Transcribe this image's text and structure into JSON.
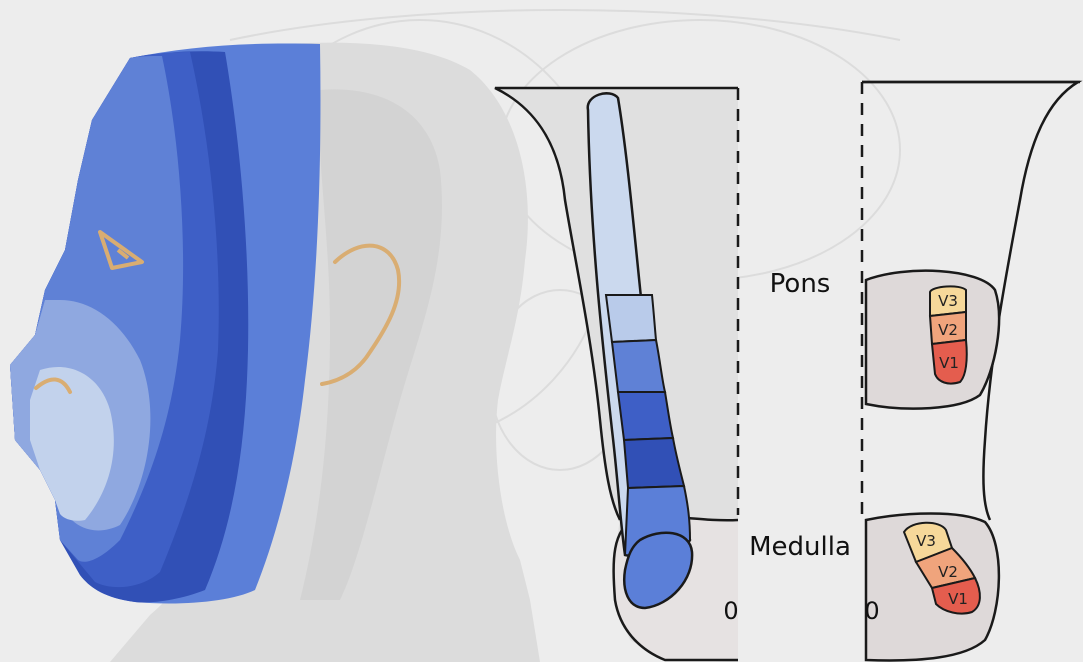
{
  "labels": {
    "pons": "Pons",
    "medulla": "Medulla",
    "obex_left": "0",
    "obex_right": "0"
  },
  "pons_segments": [
    "V3",
    "V2",
    "V1"
  ],
  "medulla_segments": [
    "V3",
    "V2",
    "V1"
  ],
  "colors": {
    "background": "#ededed",
    "face_zone_1": "#c2d2ec",
    "face_zone_2": "#8fa8e0",
    "face_zone_3": "#5f81d6",
    "face_zone_4": "#3e5fc6",
    "face_zone_5": "#3150b6",
    "face_zone_6": "#5b7fd8",
    "spinal_tract_light": "#cbd9ee",
    "segment_v3": "#f6d89a",
    "segment_v2": "#f0a47c",
    "segment_v1": "#e45d4e",
    "outline": "#1a1a1a",
    "ear_tan": "#d9ad72"
  }
}
